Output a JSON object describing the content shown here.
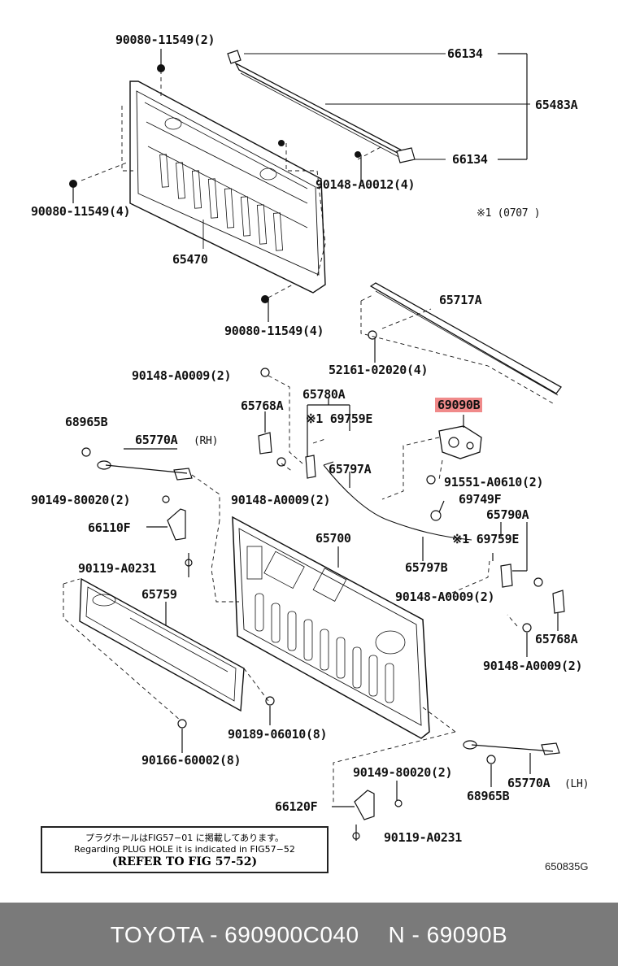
{
  "labels": {
    "p1": "90080-11549(2)",
    "p2": "66134",
    "p3": "65483A",
    "p4": "66134",
    "p5": "90148-A0012(4)",
    "p6": "90080-11549(4)",
    "p7": "※1 (0707    )",
    "p8": "65470",
    "p9": "90080-11549(4)",
    "p10": "65717A",
    "p11": "52161-02020(4)",
    "p12": "90148-A0009(2)",
    "p13": "65780A",
    "p14": "65768A",
    "p15": "※1 69759E",
    "p16": "69090B",
    "p17": "68965B",
    "p18": "65770A",
    "p18b": "(RH)",
    "p19": "65797A",
    "p20": "91551-A0610(2)",
    "p21": "90149-80020(2)",
    "p22": "90148-A0009(2)",
    "p23": "69749F",
    "p24": "65790A",
    "p25": "66110F",
    "p26": "65700",
    "p27": "※1 69759E",
    "p28": "90119-A0231",
    "p29": "65797B",
    "p30": "65759",
    "p31": "90148-A0009(2)",
    "p32": "65768A",
    "p33": "90148-A0009(2)",
    "p34": "90189-06010(8)",
    "p35": "90166-60002(8)",
    "p36": "90149-80020(2)",
    "p37": "68965B",
    "p38": "65770A",
    "p38b": "(LH)",
    "p39": "66120F",
    "p40": "90119-A0231"
  },
  "note": {
    "line1": "プラグホールはFIG57−01 に掲載してあります。",
    "line2": "Regarding PLUG HOLE  it is indicated in FIG57−52",
    "line3": "(REFER TO FIG 57-52)"
  },
  "figure_code": "650835G",
  "footer": {
    "brand_part": "TOYOTA - 690900C040",
    "ref": "N - 69090B"
  },
  "colors": {
    "highlight": "#f08a8a",
    "footer_bg": "#7a7a7a"
  }
}
